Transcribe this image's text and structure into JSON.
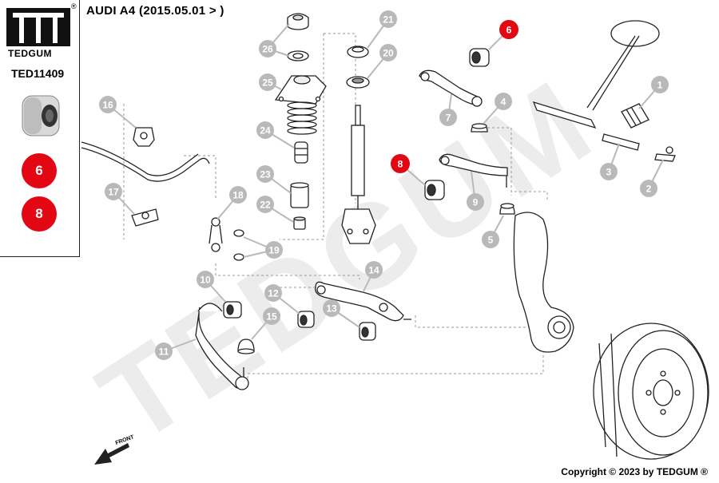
{
  "header": {
    "brand": "TEDGUM",
    "registered_mark": "®",
    "part_code": "TED11409",
    "title": "AUDI A4 (2015.05.01 > )"
  },
  "sidebar": {
    "highlight_badges": [
      "6",
      "8"
    ]
  },
  "diagram": {
    "callouts": [
      {
        "id": "1",
        "highlight": false
      },
      {
        "id": "2",
        "highlight": false
      },
      {
        "id": "3",
        "highlight": false
      },
      {
        "id": "4",
        "highlight": false
      },
      {
        "id": "5",
        "highlight": false
      },
      {
        "id": "6",
        "highlight": true
      },
      {
        "id": "7",
        "highlight": false
      },
      {
        "id": "8",
        "highlight": true
      },
      {
        "id": "9",
        "highlight": false
      },
      {
        "id": "10",
        "highlight": false
      },
      {
        "id": "11",
        "highlight": false
      },
      {
        "id": "12",
        "highlight": false
      },
      {
        "id": "13",
        "highlight": false
      },
      {
        "id": "14",
        "highlight": false
      },
      {
        "id": "15",
        "highlight": false
      },
      {
        "id": "16",
        "highlight": false
      },
      {
        "id": "17",
        "highlight": false
      },
      {
        "id": "18",
        "highlight": false
      },
      {
        "id": "19",
        "highlight": false
      },
      {
        "id": "20",
        "highlight": false
      },
      {
        "id": "21",
        "highlight": false
      },
      {
        "id": "22",
        "highlight": false
      },
      {
        "id": "23",
        "highlight": false
      },
      {
        "id": "24",
        "highlight": false
      },
      {
        "id": "25",
        "highlight": false
      },
      {
        "id": "26",
        "highlight": false
      }
    ],
    "watermark": "TEDGUM",
    "front_label": "FRONT"
  },
  "colors": {
    "highlight": "#e30613",
    "callout_gray": "#b9b9b9",
    "line": "#222222",
    "watermark": "#ececec"
  },
  "footer": {
    "copyright": "Copyright © 2023 by TEDGUM ®"
  }
}
